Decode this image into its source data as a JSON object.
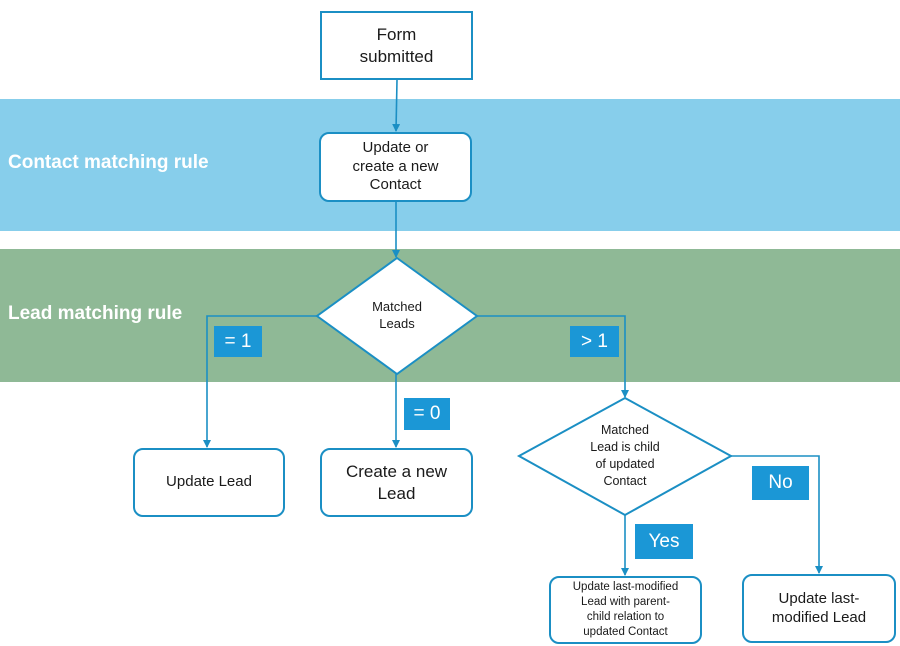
{
  "bands": {
    "contact_label": "Contact matching rule",
    "lead_label": "Lead matching rule",
    "contact_color": "#87ceeb",
    "lead_color": "#8fb996"
  },
  "nodes": {
    "form_submitted": "Form\nsubmitted",
    "update_contact": "Update or\ncreate a new\nContact",
    "matched_leads": "Matched\nLeads",
    "update_lead": "Update Lead",
    "create_lead": "Create a new\nLead",
    "child_check": "Matched\nLead is child\nof updated\nContact",
    "update_last_modified_relation": "Update last-modified\nLead with parent-\nchild relation to\nupdated Contact",
    "update_last_modified": "Update last-\nmodified Lead"
  },
  "edge_labels": {
    "eq1": "= 1",
    "eq0": "= 0",
    "gt1": "> 1",
    "yes": "Yes",
    "no": "No"
  },
  "colors": {
    "stroke": "#1b8fc4",
    "tag": "#1b97d6"
  }
}
